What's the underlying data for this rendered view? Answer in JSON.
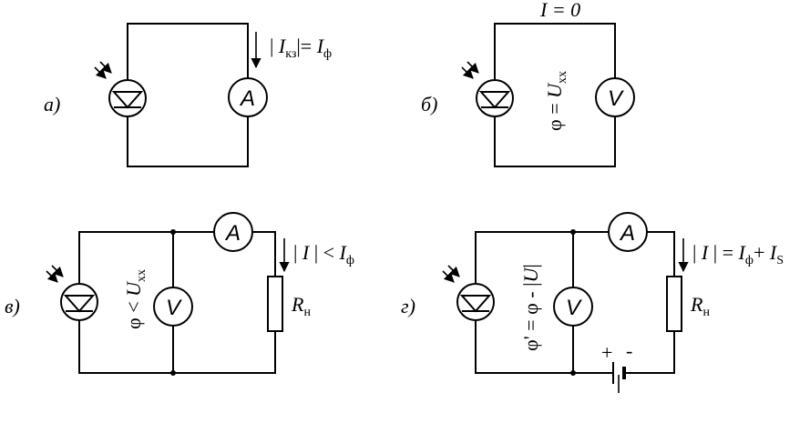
{
  "circuits": {
    "a": {
      "label": "а)",
      "meter": "A",
      "current": {
        "prefix": "| ",
        "main": "I",
        "sub": "кз",
        "mid": "|= ",
        "main2": "I",
        "sub2": "ф"
      }
    },
    "b": {
      "label": "б)",
      "meter": "V",
      "top_current": "I = 0",
      "voltage": {
        "main": "φ = ",
        "var": "U",
        "sub": "хх"
      }
    },
    "c": {
      "label": "в)",
      "meter_a": "A",
      "meter_v": "V",
      "current": {
        "prefix": "| ",
        "main": "I",
        "mid": " | < ",
        "main2": "I",
        "sub2": "ф"
      },
      "voltage": {
        "main": "φ < ",
        "var": "U",
        "sub": "хх"
      },
      "resistor": {
        "main": "R",
        "sub": "н"
      }
    },
    "d": {
      "label": "г)",
      "meter_a": "A",
      "meter_v": "V",
      "current": {
        "prefix": "| ",
        "main": "I",
        "mid": " | = ",
        "main2": "I",
        "sub2": "ф",
        "plus": "+ ",
        "main3": "I",
        "sub3": "S"
      },
      "voltage": {
        "main": "φ' = φ - |",
        "var": "U",
        "end": "|"
      },
      "resistor": {
        "main": "R",
        "sub": "н"
      },
      "battery": {
        "plus": "+",
        "minus": "-"
      }
    }
  }
}
